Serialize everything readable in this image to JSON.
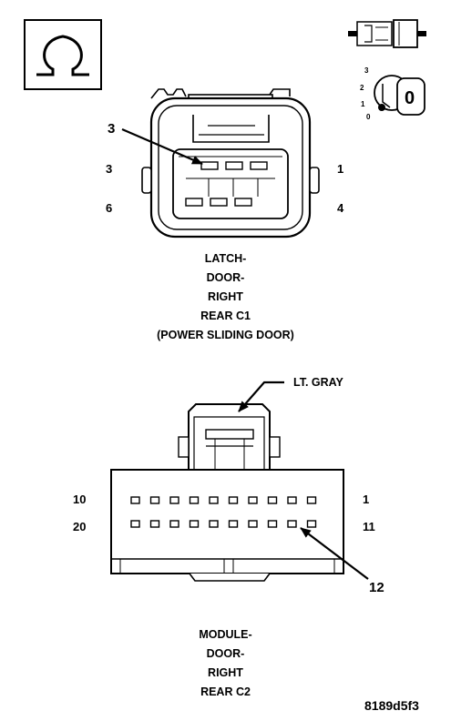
{
  "symbol": {
    "icon": "ohm-icon",
    "ohm_glyph": "Ω"
  },
  "key_switch": {
    "icon": "ignition-key-icon",
    "numbers": [
      "3",
      "2",
      "1",
      "0"
    ],
    "key_label": "0"
  },
  "connector1": {
    "callout": "3",
    "pin_left_top": "3",
    "pin_left_bottom": "6",
    "pin_right_top": "1",
    "pin_right_bottom": "4",
    "caption": [
      "LATCH-",
      "DOOR-",
      "RIGHT",
      "REAR C1",
      "(POWER SLIDING DOOR)"
    ]
  },
  "connector2": {
    "color_callout": "LT. GRAY",
    "callout": "12",
    "pin_left_top": "10",
    "pin_left_bottom": "20",
    "pin_right_top": "1",
    "pin_right_bottom": "11",
    "caption": [
      "MODULE-",
      "DOOR-",
      "RIGHT",
      "REAR C2"
    ]
  },
  "figure_id": "8189d5f3"
}
